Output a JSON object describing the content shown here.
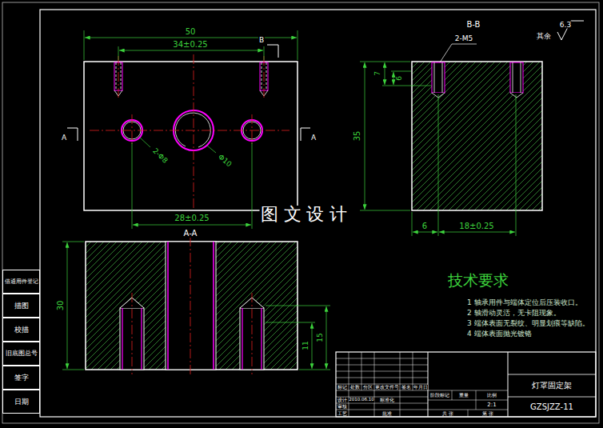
{
  "diagram": {
    "nodes": [
      {
        "text": [
          "借通用件登记"
        ]
      },
      {
        "text": [
          "描图"
        ]
      },
      {
        "text": [
          "校描"
        ]
      },
      {
        "text": [
          "旧底图总号"
        ]
      },
      {
        "text": [
          "签字"
        ]
      },
      {
        "text": [
          "日期"
        ]
      }
    ],
    "labels": [
      "50",
      "34±0.25",
      "B",
      "A",
      "A",
      "2-Φ8",
      "Φ10",
      "28±0.25",
      "A-A",
      "图 文 设 计",
      "B-B",
      "2-M5",
      "其余",
      "6.3",
      "7",
      "6",
      "35",
      "6",
      "18±0.25",
      "30",
      "11",
      "15",
      "技术要求",
      "1 轴承用件与端体定位后压装收口。",
      "2 轴滑动灵活，无卡阻现象。",
      "3 端体表面无裂纹、明显划痕等缺陷。",
      "4 端体表面抛光镀铬",
      "标记",
      "处数",
      "分区",
      "更改文件号",
      "签名",
      "年月日",
      "设计",
      "2010.06.10",
      "标准化",
      "审核",
      "工艺",
      "批准",
      "阶段标记",
      "重量",
      "比例",
      "2:1",
      "共 张",
      "第 张",
      "灯罩固定架",
      "GZSJZZ-11"
    ]
  }
}
